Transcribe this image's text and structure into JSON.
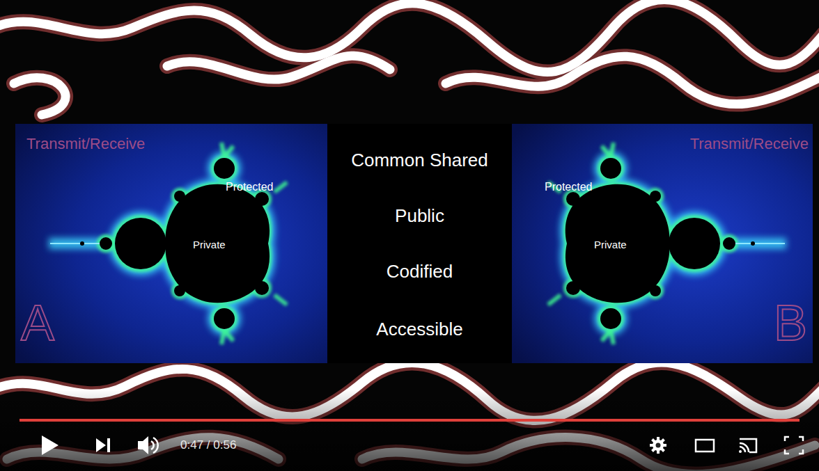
{
  "diagram": {
    "nodes": [
      {
        "text": [
          "Transmit/Receive",
          "Protected",
          "Private",
          "A"
        ]
      },
      {
        "text": [
          "Common Shared",
          "Public",
          "Codified",
          "Accessible"
        ]
      },
      {
        "text": [
          "Transmit/Receive",
          "Protected",
          "Private",
          "B"
        ]
      }
    ],
    "labels": [
      "0:47 / 0:56"
    ]
  }
}
